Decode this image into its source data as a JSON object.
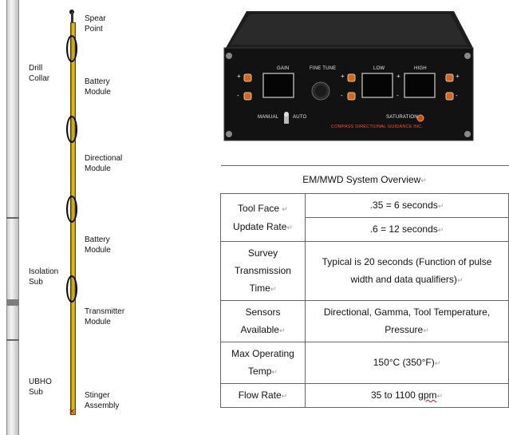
{
  "diagram": {
    "labels": {
      "spear_point": "Spear\nPoint",
      "drill_collar": "Drill\nCollar",
      "battery_module_1": "Battery\nModule",
      "directional_module": "Directional\nModule",
      "battery_module_2": "Battery\nModule",
      "isolation_sub": "Isolation\nSub",
      "transmitter_module": "Transmitter\nModule",
      "ubho_sub": "UBHO\nSub",
      "stinger_assembly": "Stinger\nAssembly"
    }
  },
  "panel": {
    "gain": "GAIN",
    "fine_tune": "FINE TUNE",
    "low": "LOW",
    "high": "HIGH",
    "manual": "MANUAL",
    "auto": "AUTO",
    "saturation": "SATURATION",
    "brand": "COMPASS DIRECTIONAL GUIDANCE INC.",
    "plus": "+",
    "minus": "-"
  },
  "table": {
    "title": "EM/MWD System Overview",
    "return_mark": "↵",
    "tool_face_label_1": "Tool Face",
    "tool_face_label_2": "Update Rate",
    "tool_face_value_1": ".35 = 6 seconds",
    "tool_face_value_2": ".6 = 12 seconds",
    "survey_label_1": "Survey",
    "survey_label_2": "Transmission",
    "survey_label_3": "Time",
    "survey_value_1": "Typical is 20 seconds (Function of pulse",
    "survey_value_2": "width and data qualifiers)",
    "sensors_label_1": "Sensors",
    "sensors_label_2": "Available",
    "sensors_value_1": "Directional, Gamma, Tool Temperature,",
    "sensors_value_2": "Pressure",
    "maxtemp_label_1": "Max Operating",
    "maxtemp_label_2": "Temp",
    "maxtemp_value": "150°C  (350°F)",
    "flow_label": "Flow Rate",
    "flow_value_main": "35 to 1100 ",
    "flow_value_unit": "gpm"
  }
}
